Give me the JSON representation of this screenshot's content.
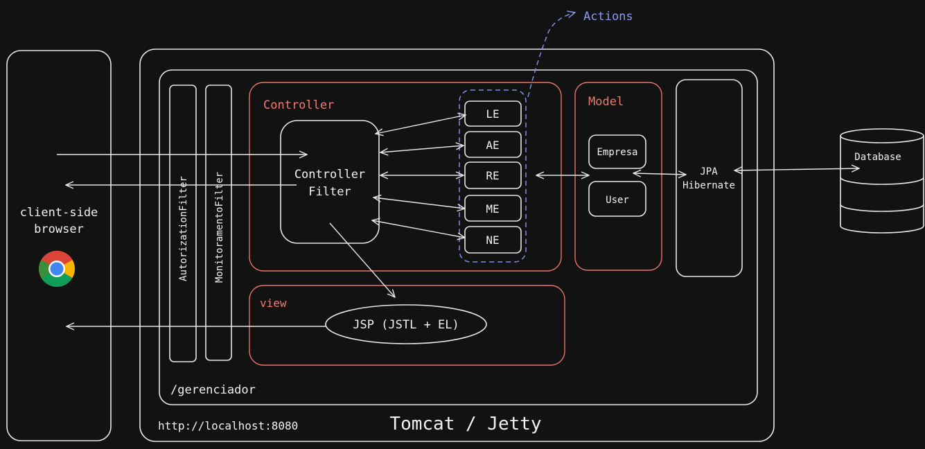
{
  "labels": {
    "actions": "Actions",
    "client": [
      "client-side",
      "browser"
    ],
    "filter_auth": "AutorizationFilter",
    "filter_monitor": "MonitoramentoFilter",
    "controller_title": "Controller",
    "controller_filter": [
      "Controller",
      "Filter"
    ],
    "view_title": "view",
    "jsp": "JSP (JSTL + EL)",
    "model_title": "Model",
    "empresa": "Empresa",
    "user": "User",
    "jpa": [
      "JPA",
      "Hibernate"
    ],
    "database": "Database",
    "context_path": "/gerenciador",
    "url": "http://localhost:8080",
    "server": "Tomcat / Jetty"
  },
  "actions_list": [
    "LE",
    "AE",
    "RE",
    "ME",
    "NE"
  ],
  "colors": {
    "background": "#121212",
    "stroke": "#e8e8e8",
    "section": "#e8736b",
    "actions": "#7f8fe6"
  },
  "icons": {
    "browser_logo": "chrome-logo-icon"
  }
}
